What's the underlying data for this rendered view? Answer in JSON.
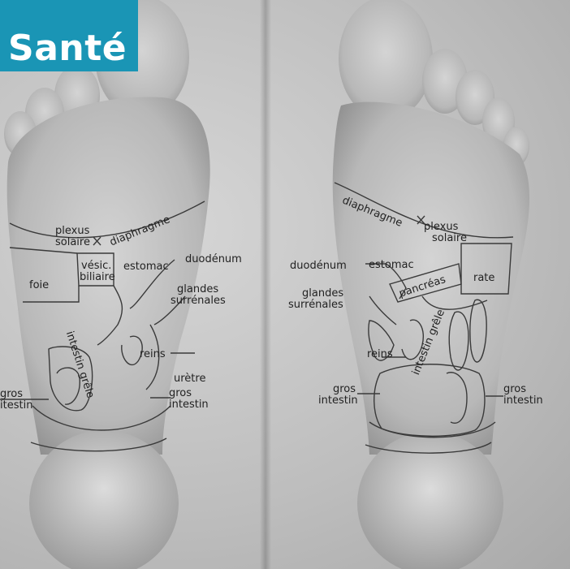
{
  "header": {
    "title": "Santé",
    "accent_color": "#1a95b5"
  },
  "left_foot": {
    "labels": {
      "plexus": "plexus",
      "solaire": "solaire",
      "diaphragme": "diaphragme",
      "vesic": "vésic.",
      "biliaire": "biliaire",
      "estomac": "estomac",
      "duodenum": "duodénum",
      "foie": "foie",
      "glandes": "glandes",
      "surrenales": "surrénales",
      "intestin_grele": "intestin grêle",
      "reins": "reins",
      "uretre": "urètre",
      "gros": "gros",
      "intestin": "intestin",
      "gros_edge": "gros",
      "intestin_edge": "itestin"
    }
  },
  "right_foot": {
    "labels": {
      "diaphragme": "diaphragme",
      "plexus": "plexus",
      "solaire": "solaire",
      "duodenum": "duodénum",
      "estomac": "estomac",
      "pancreas": "pancréas",
      "rate": "rate",
      "glandes": "glandes",
      "surrenales": "surrénales",
      "reins": "reins",
      "intestin_grele": "intestin grêle",
      "gros_left": "gros",
      "intestin_left": "intestin",
      "gros_right": "gros",
      "intestin_right": "intestin"
    }
  }
}
